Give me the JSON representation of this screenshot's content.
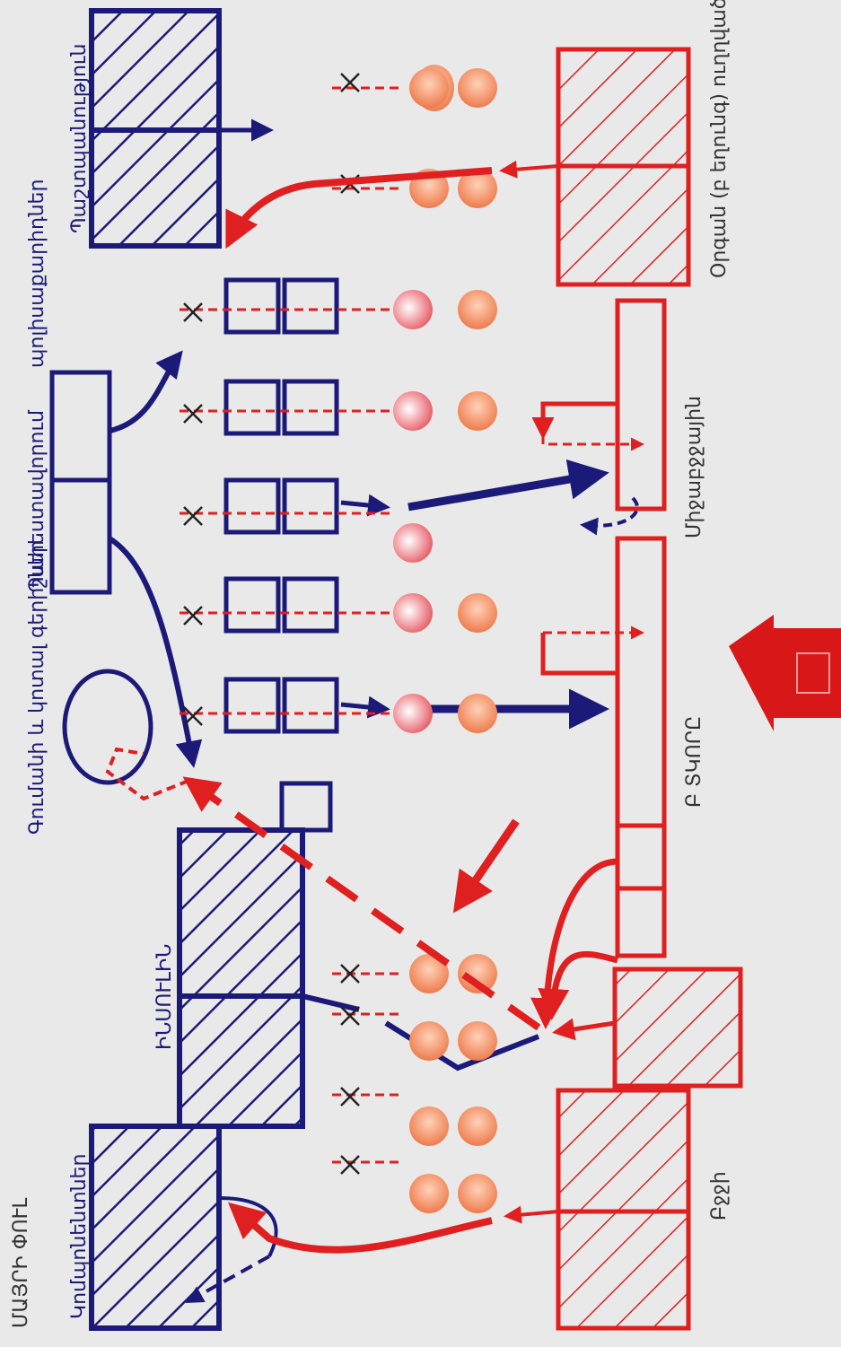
{
  "colors": {
    "background": "#e9e9e9",
    "red": "#e02020",
    "blue": "#1c1a78",
    "cell": "#f08a5a",
    "dark_label": "#333333"
  },
  "labels": {
    "corner": "ՄԱՅՐԻ ՓՈՒԼ",
    "neurohormone_top": "Պաշտպանություն",
    "top_left_b": "Պահեստավորում",
    "top_left_small": "պոլիսաքարիդներ",
    "middle_ellipse": "Գումանի և կոտալ գերիշներ",
    "receptor": "ԻՆՍՈՒԼԻՆ",
    "target_bottom": "Կոմպոնենտներ",
    "right_top": "Օրգան (բ եղունգ) ուղղված",
    "right_mid": "Միջաբջջային",
    "right_hormone": "Բ ՏԿՈՐԸ",
    "right_bottom": "Բջջի"
  },
  "icons": {
    "big_arrow": "big-red-arrow-icon",
    "cell": "cell-icon",
    "blocked": "cross-mark-icon"
  }
}
